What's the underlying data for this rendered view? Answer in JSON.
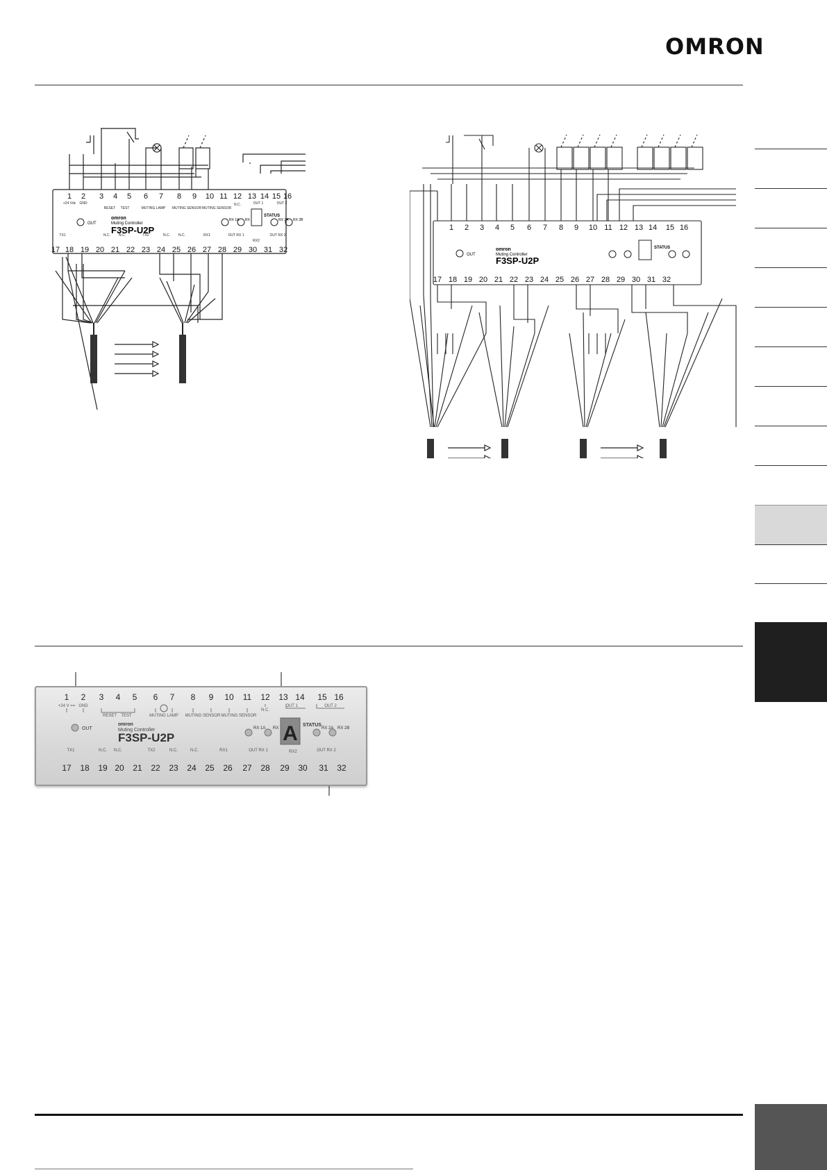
{
  "brand": {
    "logo_text": "OMRON"
  },
  "diagram_left": {
    "terminals_top": [
      "1",
      "2",
      "3",
      "4",
      "5",
      "6",
      "7",
      "8",
      "9",
      "10",
      "11",
      "12",
      "13",
      "14",
      "15",
      "16"
    ],
    "terminals_bottom": [
      "17",
      "18",
      "19",
      "20",
      "21",
      "22",
      "23",
      "24",
      "25",
      "26",
      "27",
      "28",
      "29",
      "30",
      "31",
      "32"
    ],
    "labels_top": {
      "t1": "+24 Vdc",
      "t2": "GND",
      "reset": "RESET",
      "test": "TEST",
      "muting_lamp": "MUTING LAMP",
      "muting_sensor_a": "MUTING SENSOR",
      "muting_sensor_b": "MUTING SENSOR",
      "nc": "N.C.",
      "out1": "OUT 1",
      "out2": "OUT 2"
    },
    "labels_bottom": {
      "tx1": "TX1",
      "nc1": "N.C.",
      "nc2": "N.C.",
      "tx2": "TX2",
      "nc3": "N.C.",
      "nc4": "N.C.",
      "rx1": "RX1",
      "out_rx1": "OUT RX 1",
      "rx2": "RX2",
      "out_rx2": "OUT RX 2"
    },
    "indicators": {
      "out": "OUT",
      "rx1a": "RX 1A",
      "rx1b": "RX 1B",
      "rx2a": "RX 2A",
      "rx2b": "RX 2B",
      "status": "STATUS"
    },
    "brand_small": "omron",
    "subtitle": "Muting Controller",
    "model": "F3SP-U2P"
  },
  "diagram_right": {
    "model": "F3SP-U2P",
    "subtitle": "Muting Controller",
    "brand_small": "omron",
    "status": "STATUS"
  },
  "panel": {
    "model": "F3SP-U2P",
    "subtitle": "Muting Controller",
    "brand_small": "omron",
    "display_char": "A",
    "status": "STATUS",
    "out": "OUT",
    "tv_top": "+24 V ==",
    "gnd": "GND"
  }
}
